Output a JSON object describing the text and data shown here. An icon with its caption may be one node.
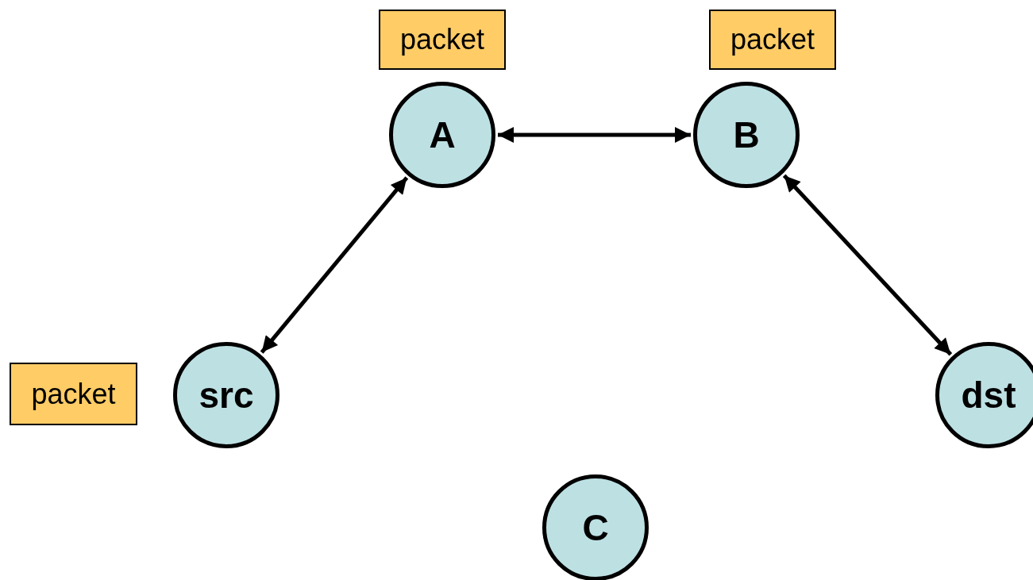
{
  "diagram": {
    "nodes": [
      {
        "text": [
          "packet"
        ]
      },
      {
        "text": [
          "packet"
        ]
      },
      {
        "text": [
          "A"
        ]
      },
      {
        "text": [
          "B"
        ]
      },
      {
        "text": [
          "packet"
        ]
      },
      {
        "text": [
          "src"
        ]
      },
      {
        "text": [
          "dst"
        ]
      },
      {
        "text": [
          "C"
        ]
      }
    ],
    "edges": [
      {
        "from": 2,
        "to": 3,
        "arrow": "both"
      },
      {
        "from": 5,
        "to": 2,
        "arrow": "both"
      },
      {
        "from": 3,
        "to": 6,
        "arrow": "both"
      }
    ]
  }
}
